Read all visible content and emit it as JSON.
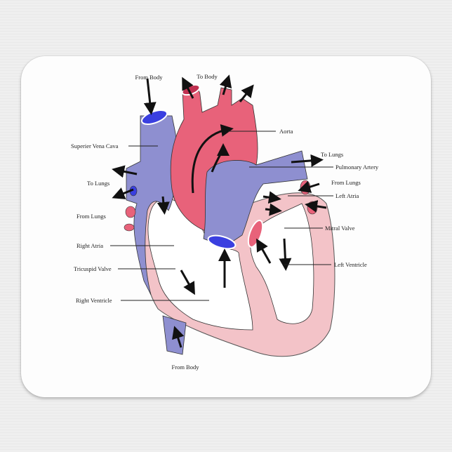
{
  "diagram": {
    "labels": {
      "from_body_top": "From Body",
      "to_body": "To Body",
      "aorta": "Aorta",
      "superior_vena_cava": "Superier Vena Cava",
      "to_lungs_right": "To Lungs",
      "pulmonary_artery": "Pulmonary Artery",
      "to_lungs_left": "To Lungs",
      "from_lungs_right": "From Lungs",
      "left_atria": "Left Atria",
      "from_lungs_left": "From Lungs",
      "mitral_valve": "Mitral Valve",
      "right_atria": "Right Atria",
      "tricuspid_valve": "Tricuspid Valve",
      "left_ventricle": "Left Ventricle",
      "right_ventricle": "Right Ventricle",
      "from_body_bottom": "From Body"
    },
    "colors": {
      "deoxygenated": "#8e8fd0",
      "oxygenated": "#e8627a",
      "ventricle_wall": "#f3c3c8",
      "vessel_opening": "#3a3fe0"
    }
  }
}
